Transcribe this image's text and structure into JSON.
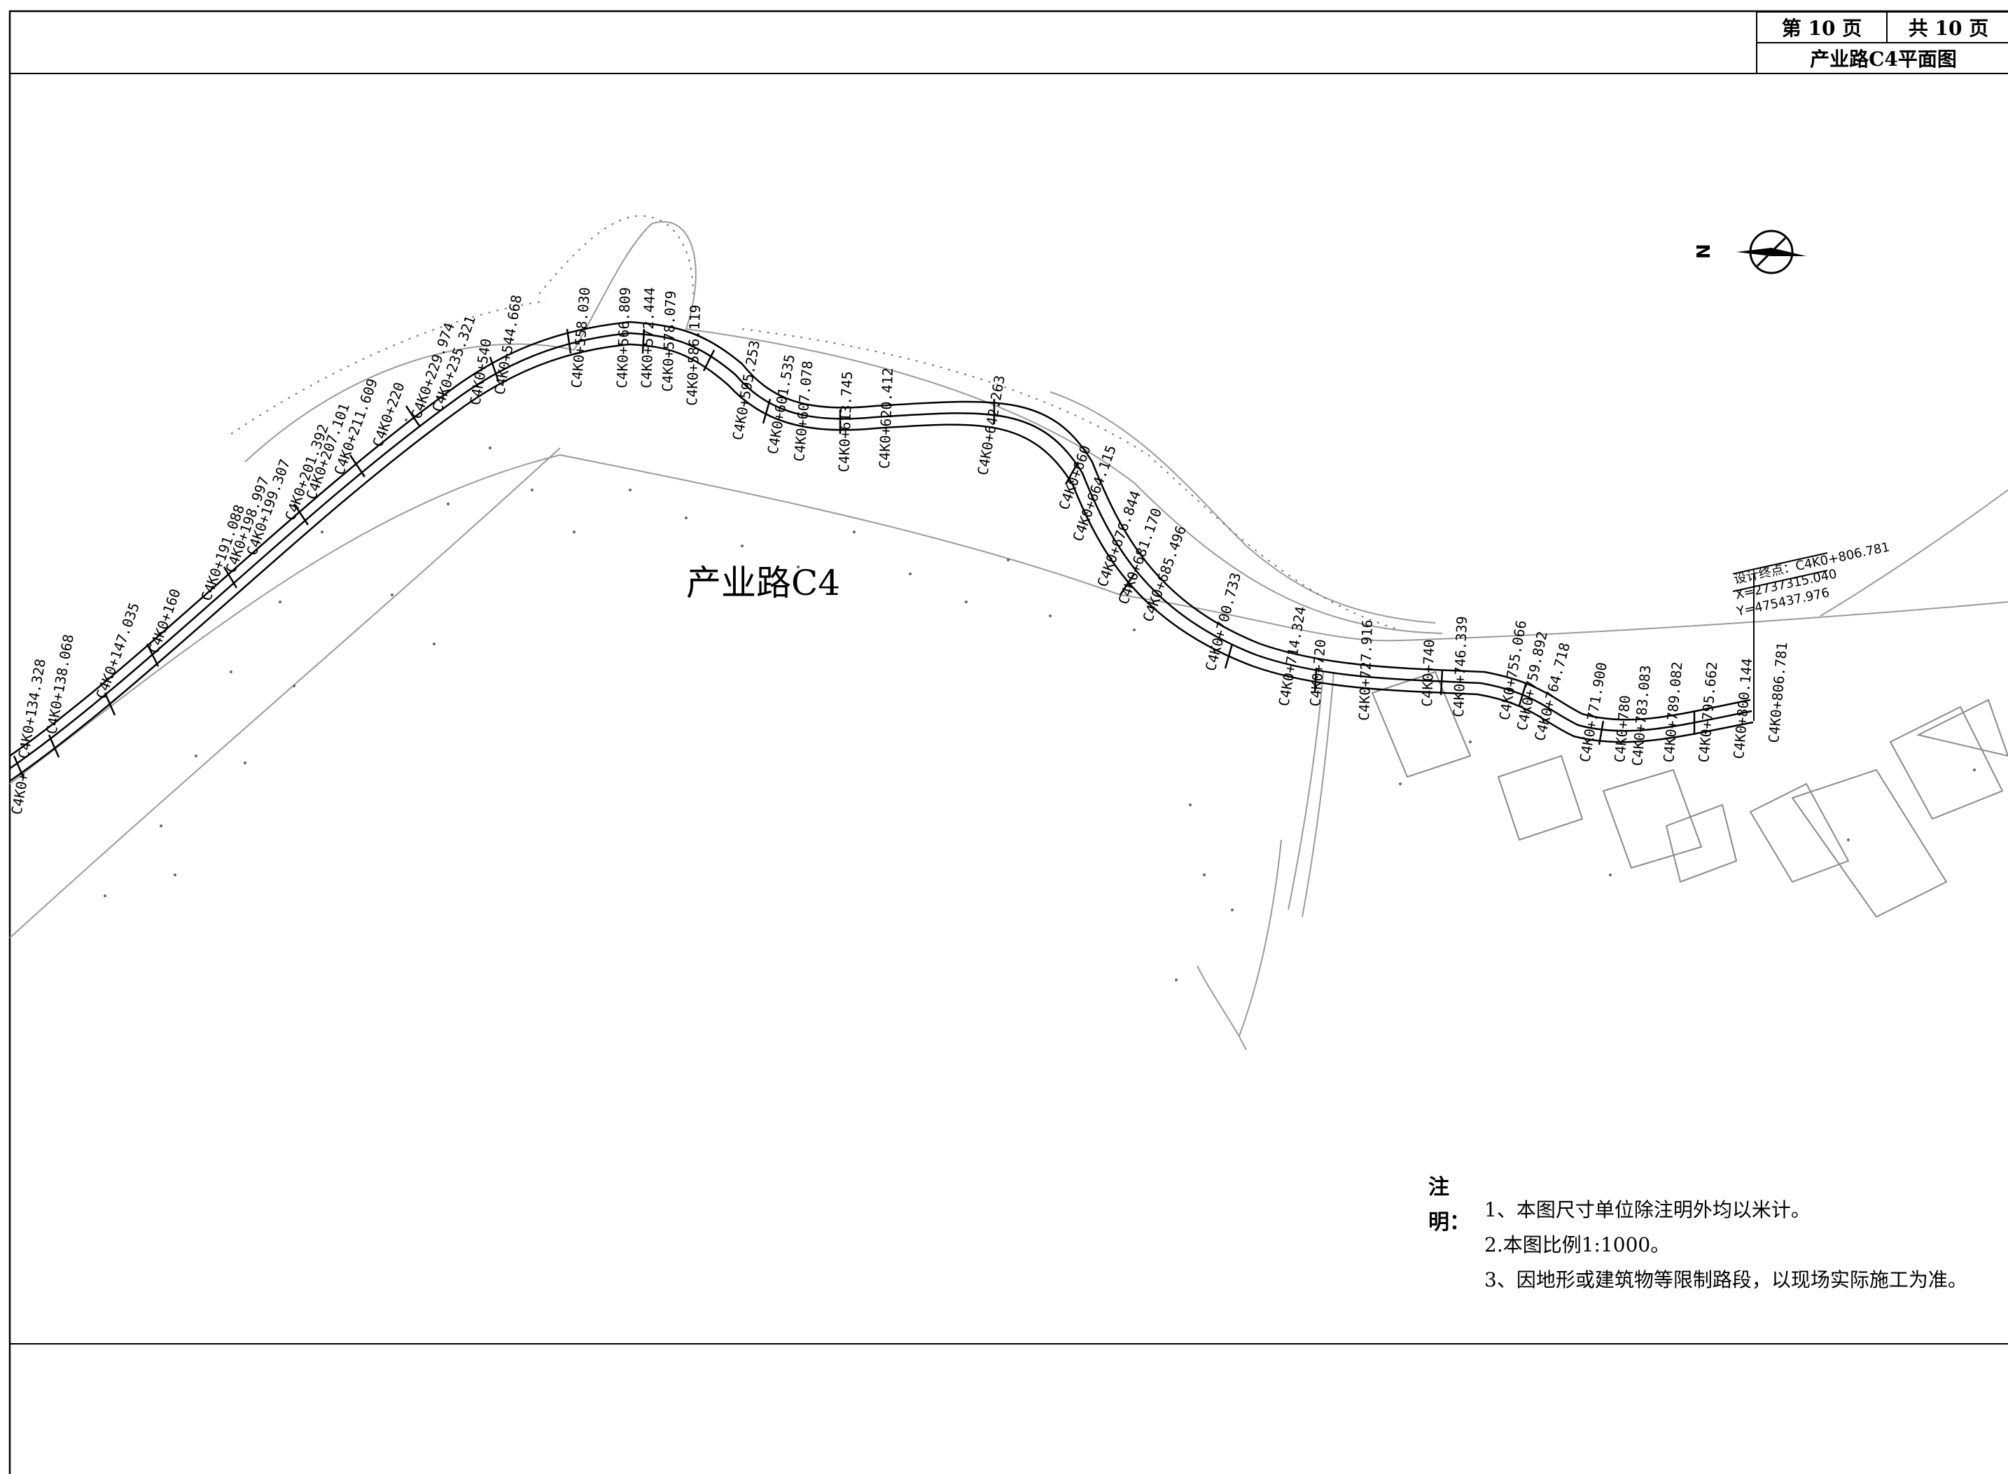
{
  "title_block": {
    "page_current": "第 10 页",
    "page_total": "共 10 页",
    "drawing_name": "产业路C4平面图"
  },
  "road_label": "产业路C4",
  "north_label": "N",
  "end_point": {
    "label": "设计终点：C4K0+806.781",
    "x": "X=2737315.040",
    "y": "Y=475437.976"
  },
  "stations": [
    "C4K0+",
    "C4K0+134.328",
    "C4K0+138.068",
    "C4K0+147.035",
    "C4K0+160",
    "C4K0+191.088",
    "C4K0+198.997",
    "C4K0+199.307",
    "C4K0+201.392",
    "C4K0+207.101",
    "C4K0+211.609",
    "C4K0+220",
    "C4K0+229.974",
    "C4K0+235.321",
    "C4K0+540",
    "C4K0+544.668",
    "C4K0+558.030",
    "C4K0+566.809",
    "C4K0+572.444",
    "C4K0+578.079",
    "C4K0+586.119",
    "C4K0+595.253",
    "C4K0+601.535",
    "C4K0+607.078",
    "C4K0+613.745",
    "C4K0+620.412",
    "C4K0+642.263",
    "C4K0+660",
    "C4K0+664.115",
    "C4K0+676.844",
    "C4K0+681.170",
    "C4K0+685.496",
    "C4K0+700.733",
    "C4K0+714.324",
    "C4K0+720",
    "C4K0+727.916",
    "C4K0+740",
    "C4K0+746.339",
    "C4K0+755.066",
    "C4K0+759.892",
    "C4K0+764.718",
    "C4K0+771.900",
    "C4K0+780",
    "C4K0+783.083",
    "C4K0+789.082",
    "C4K0+795.662",
    "C4K0+800.144",
    "C4K0+806.781"
  ],
  "notes": {
    "heading": "注明：",
    "items": [
      "1、本图尺寸单位除注明外均以米计。",
      "2.本图比例1:1000。",
      "3、因地形或建筑物等限制路段，以现场实际施工为准。"
    ]
  }
}
